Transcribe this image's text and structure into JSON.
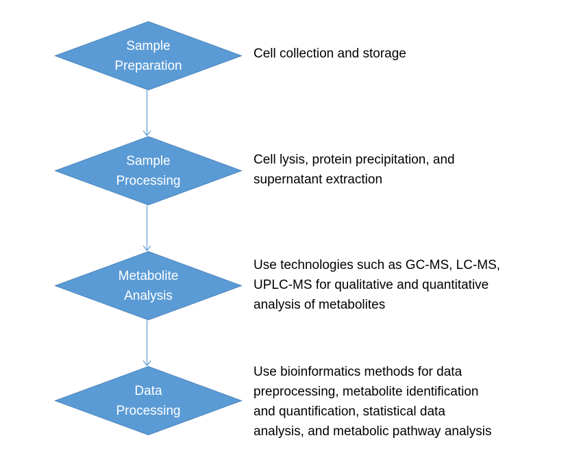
{
  "colors": {
    "diamond_fill": "#5b9bd5",
    "diamond_stroke": "#4a84bc",
    "connector": "#5b9bd5",
    "diamond_text": "#ffffff",
    "description_text": "#000000"
  },
  "steps": [
    {
      "label_lines": [
        "Sample",
        "Preparation"
      ],
      "description_lines": [
        "Cell collection and storage"
      ]
    },
    {
      "label_lines": [
        "Sample",
        "Processing"
      ],
      "description_lines": [
        "Cell lysis, protein precipitation, and",
        "supernatant extraction"
      ]
    },
    {
      "label_lines": [
        "Metabolite",
        "Analysis"
      ],
      "description_lines": [
        "Use technologies such as GC-MS, LC-MS,",
        "UPLC-MS for qualitative and quantitative",
        "analysis of metabolites"
      ]
    },
    {
      "label_lines": [
        "Data",
        "Processing"
      ],
      "description_lines": [
        "Use bioinformatics methods for data",
        "preprocessing, metabolite identification",
        "and quantification, statistical data",
        "analysis, and metabolic pathway analysis"
      ]
    }
  ]
}
